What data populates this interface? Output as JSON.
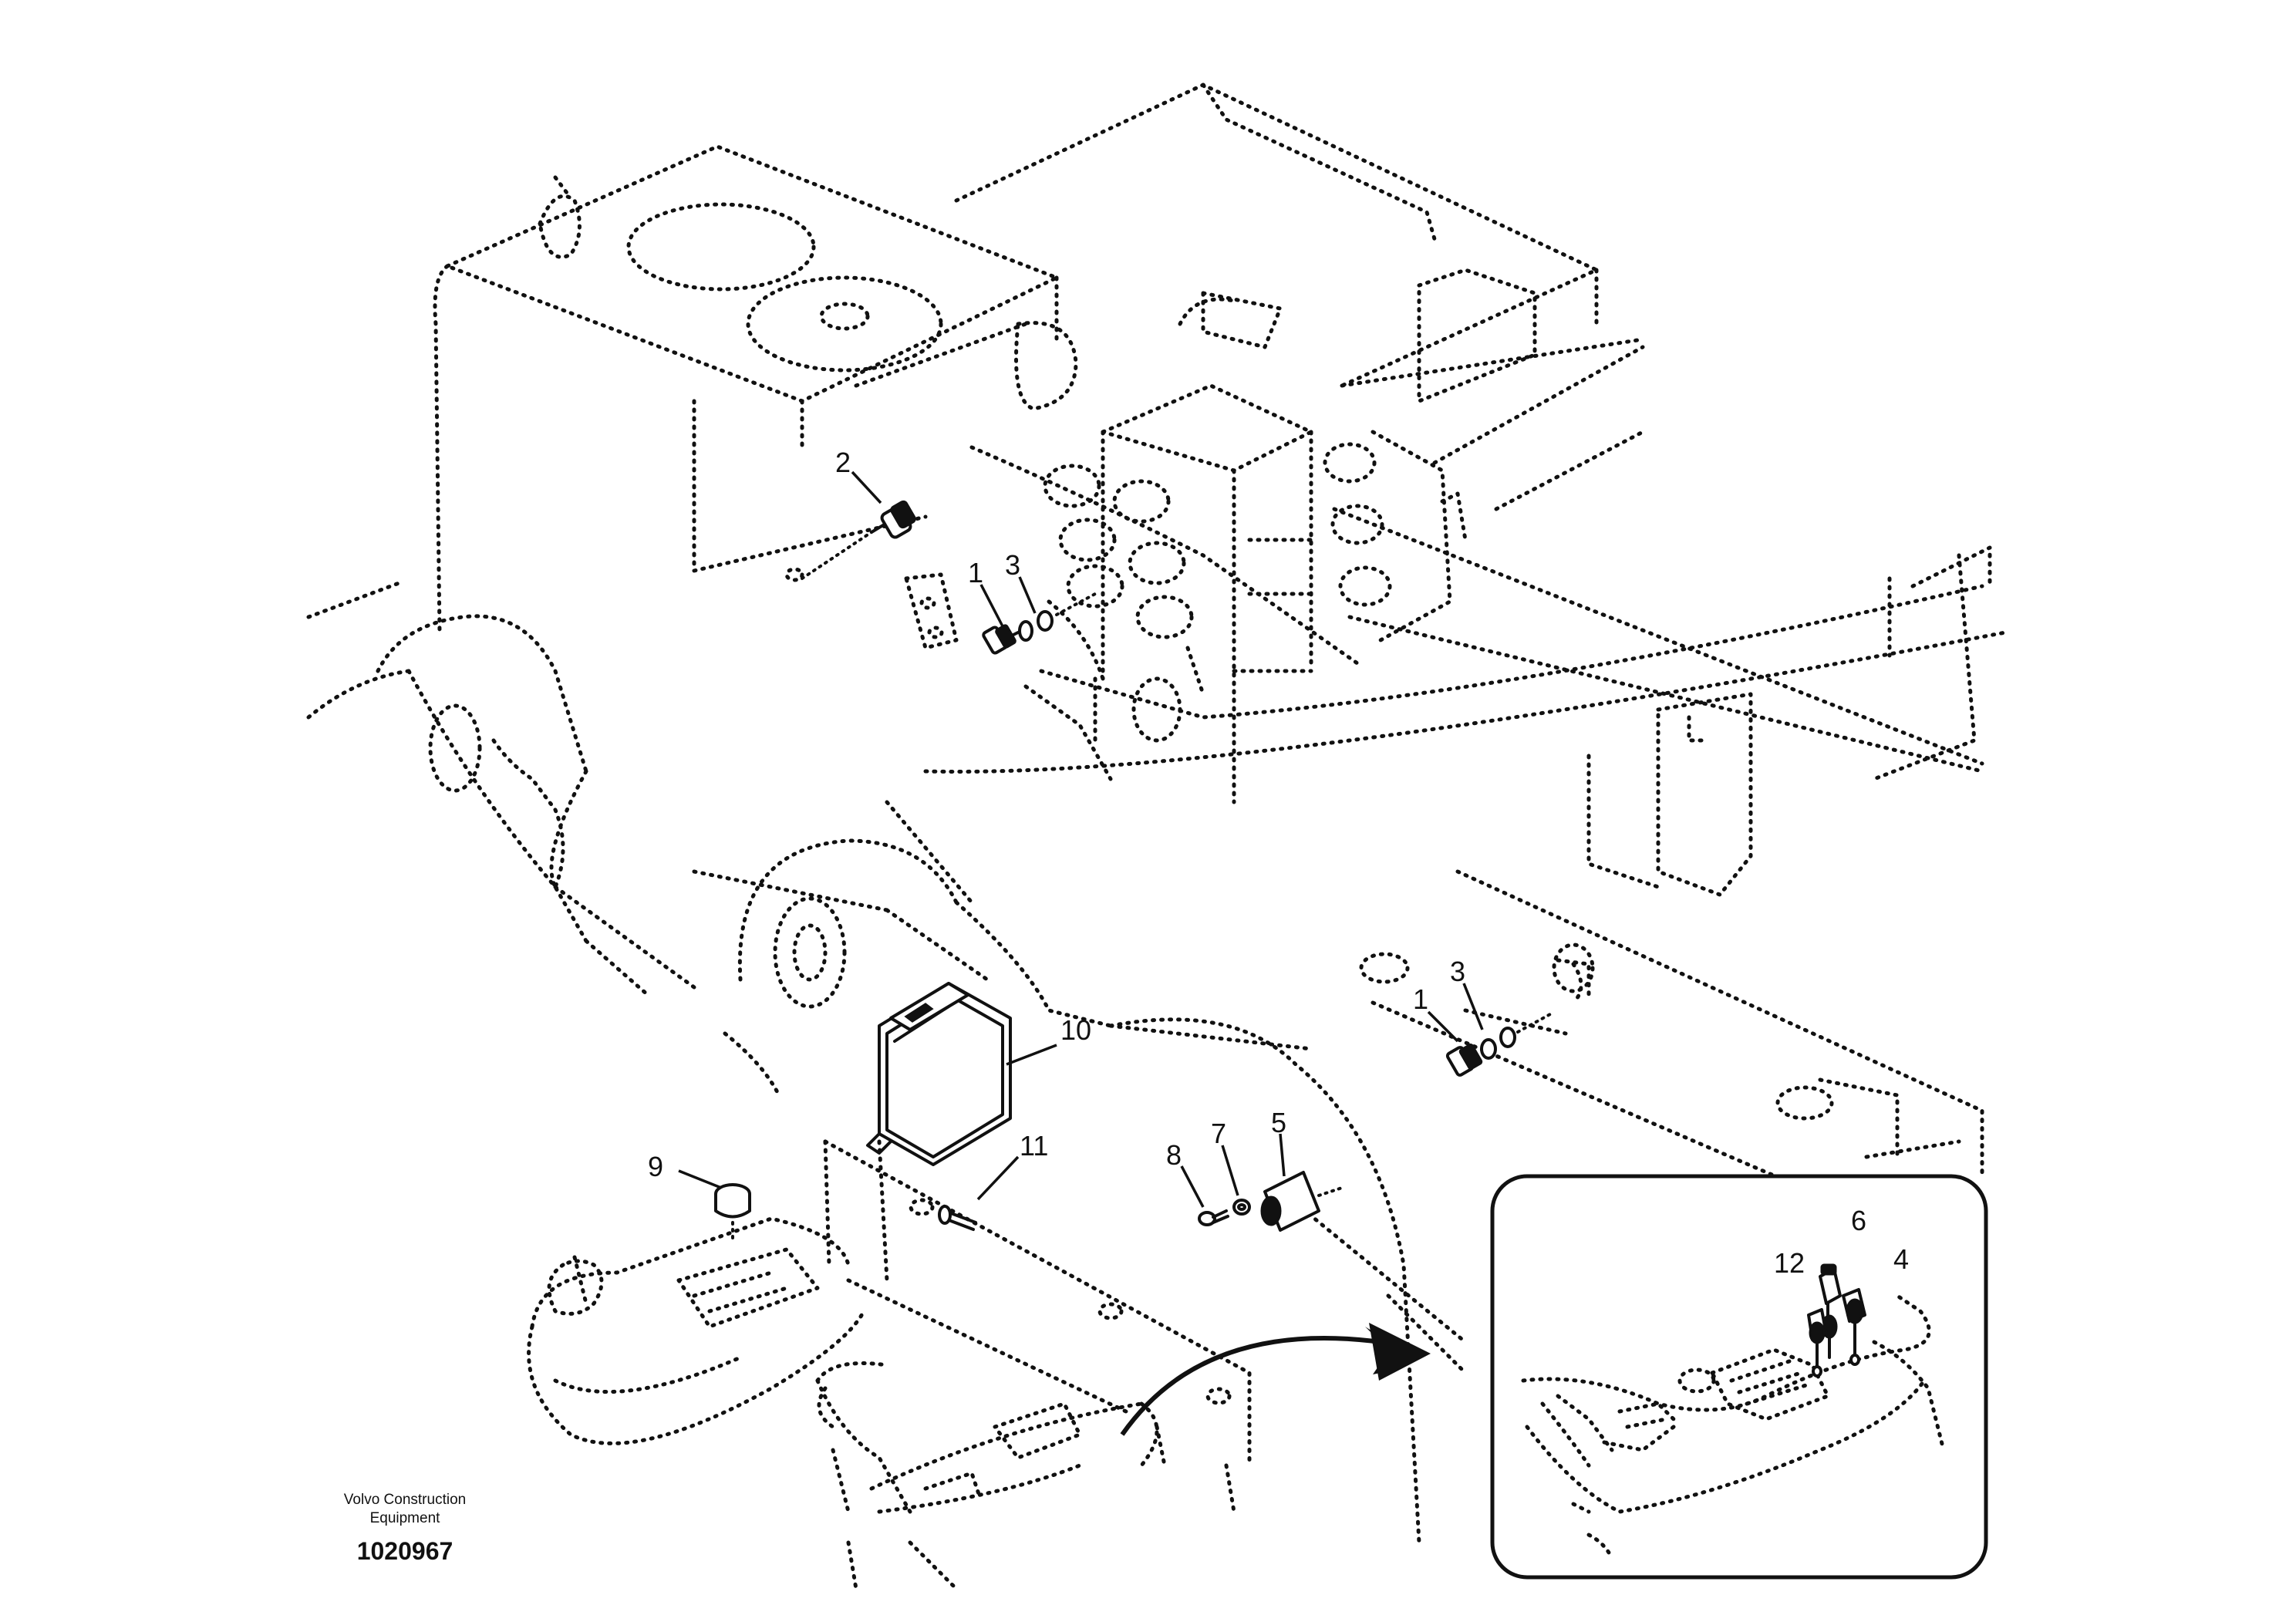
{
  "brand": {
    "line1": "Volvo Construction",
    "line2": "Equipment"
  },
  "document_number": "1020967",
  "callouts": [
    {
      "id": "c2",
      "label": "2"
    },
    {
      "id": "c1a",
      "label": "1"
    },
    {
      "id": "c3a",
      "label": "3"
    },
    {
      "id": "c3b",
      "label": "3"
    },
    {
      "id": "c1b",
      "label": "1"
    },
    {
      "id": "c10",
      "label": "10"
    },
    {
      "id": "c11",
      "label": "11"
    },
    {
      "id": "c9",
      "label": "9"
    },
    {
      "id": "c8",
      "label": "8"
    },
    {
      "id": "c7",
      "label": "7"
    },
    {
      "id": "c5",
      "label": "5"
    },
    {
      "id": "c6",
      "label": "6"
    },
    {
      "id": "c4",
      "label": "4"
    },
    {
      "id": "c12",
      "label": "12"
    }
  ]
}
